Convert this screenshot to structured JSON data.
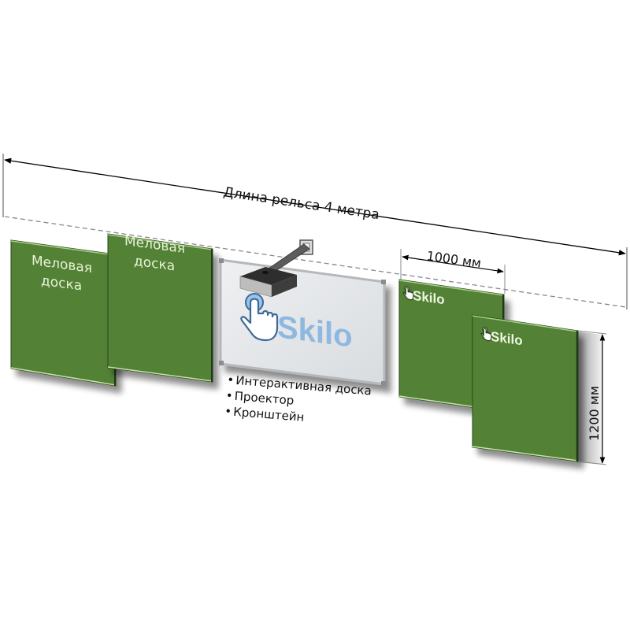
{
  "dimensions": {
    "rail_length_label": "Длина рельса 4 метра",
    "width_label": "1000 мм",
    "height_label": "1200 мм"
  },
  "panels": [
    {
      "type": "chalkboard",
      "label_line1": "Меловая",
      "label_line2": "доска"
    },
    {
      "type": "chalkboard",
      "label_line1": "Меловая",
      "label_line2": "доска"
    },
    {
      "type": "interactive-whiteboard",
      "brand": "Skilo"
    },
    {
      "type": "branded-board",
      "brand": "Skilo"
    },
    {
      "type": "branded-board",
      "brand": "Skilo"
    }
  ],
  "interactive_set": {
    "items": [
      "Интерактивная доска",
      "Проектор",
      "Кронштейн"
    ]
  },
  "colors": {
    "board_green": "#538135",
    "board_edge": "#1f3a12",
    "whiteboard_fill": "#e4e6e8",
    "brand_blue": "#8fb8e0",
    "projector_dark": "#3a3a3a"
  }
}
